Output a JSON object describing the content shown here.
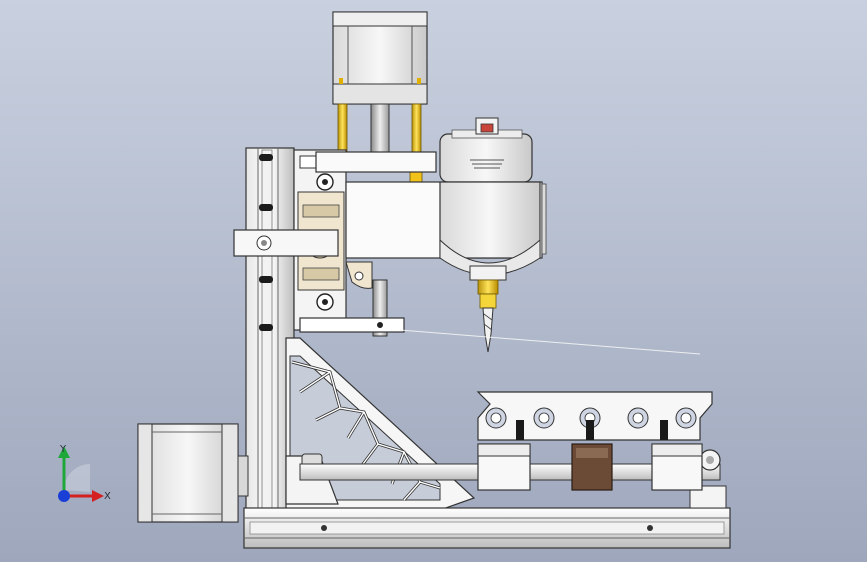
{
  "viewport": {
    "background_top": "#c9d1e0",
    "background_bottom": "#9ea7bc"
  },
  "triad": {
    "x_label": "X",
    "y_label": "Y",
    "x_color": "#d42020",
    "y_color": "#1fa83a",
    "z_color": "#1a3fd6"
  },
  "model": {
    "parts": [
      "spindle-feed-stepper-motor",
      "lead-screw",
      "guide-rod-left",
      "guide-rod-right",
      "spindle-motor",
      "spindle-carriage-plate",
      "collet-chuck",
      "drill-bit",
      "vertical-aluminum-column",
      "linear-bearing-block",
      "diagonal-truss-brace",
      "base-extrusion",
      "x-axis-stepper-motor",
      "x-axis-rod",
      "fixture-clamp-rail",
      "workpiece-holder"
    ]
  }
}
